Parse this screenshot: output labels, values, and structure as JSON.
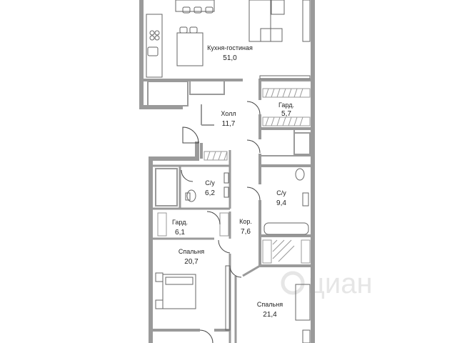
{
  "plan": {
    "rooms": [
      {
        "id": "kitchen-living",
        "label": "Кухня-гостиная",
        "area": "51,0"
      },
      {
        "id": "wardrobe-top",
        "label": "Гард.",
        "area": "5,7"
      },
      {
        "id": "hall",
        "label": "Холл",
        "area": "11,7"
      },
      {
        "id": "bath-left",
        "label": "С/у",
        "area": "6,2"
      },
      {
        "id": "bath-right",
        "label": "С/у",
        "area": "9,4"
      },
      {
        "id": "wardrobe-left",
        "label": "Гард.",
        "area": "6,1"
      },
      {
        "id": "corridor",
        "label": "Кор.",
        "area": "7,6"
      },
      {
        "id": "bedroom-left",
        "label": "Спальня",
        "area": "20,7"
      },
      {
        "id": "bedroom-right",
        "label": "Спальня",
        "area": "21,4"
      }
    ],
    "watermark": "циан",
    "wall_color": "#9a9a9a",
    "wall_dark": "#666666"
  }
}
